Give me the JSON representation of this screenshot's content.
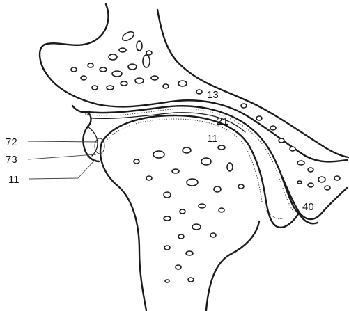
{
  "labels": {
    "l13": "13",
    "l21": "21",
    "l11_head": "11",
    "l72": "72",
    "l73": "73",
    "l11_side": "11",
    "l40": "40"
  }
}
